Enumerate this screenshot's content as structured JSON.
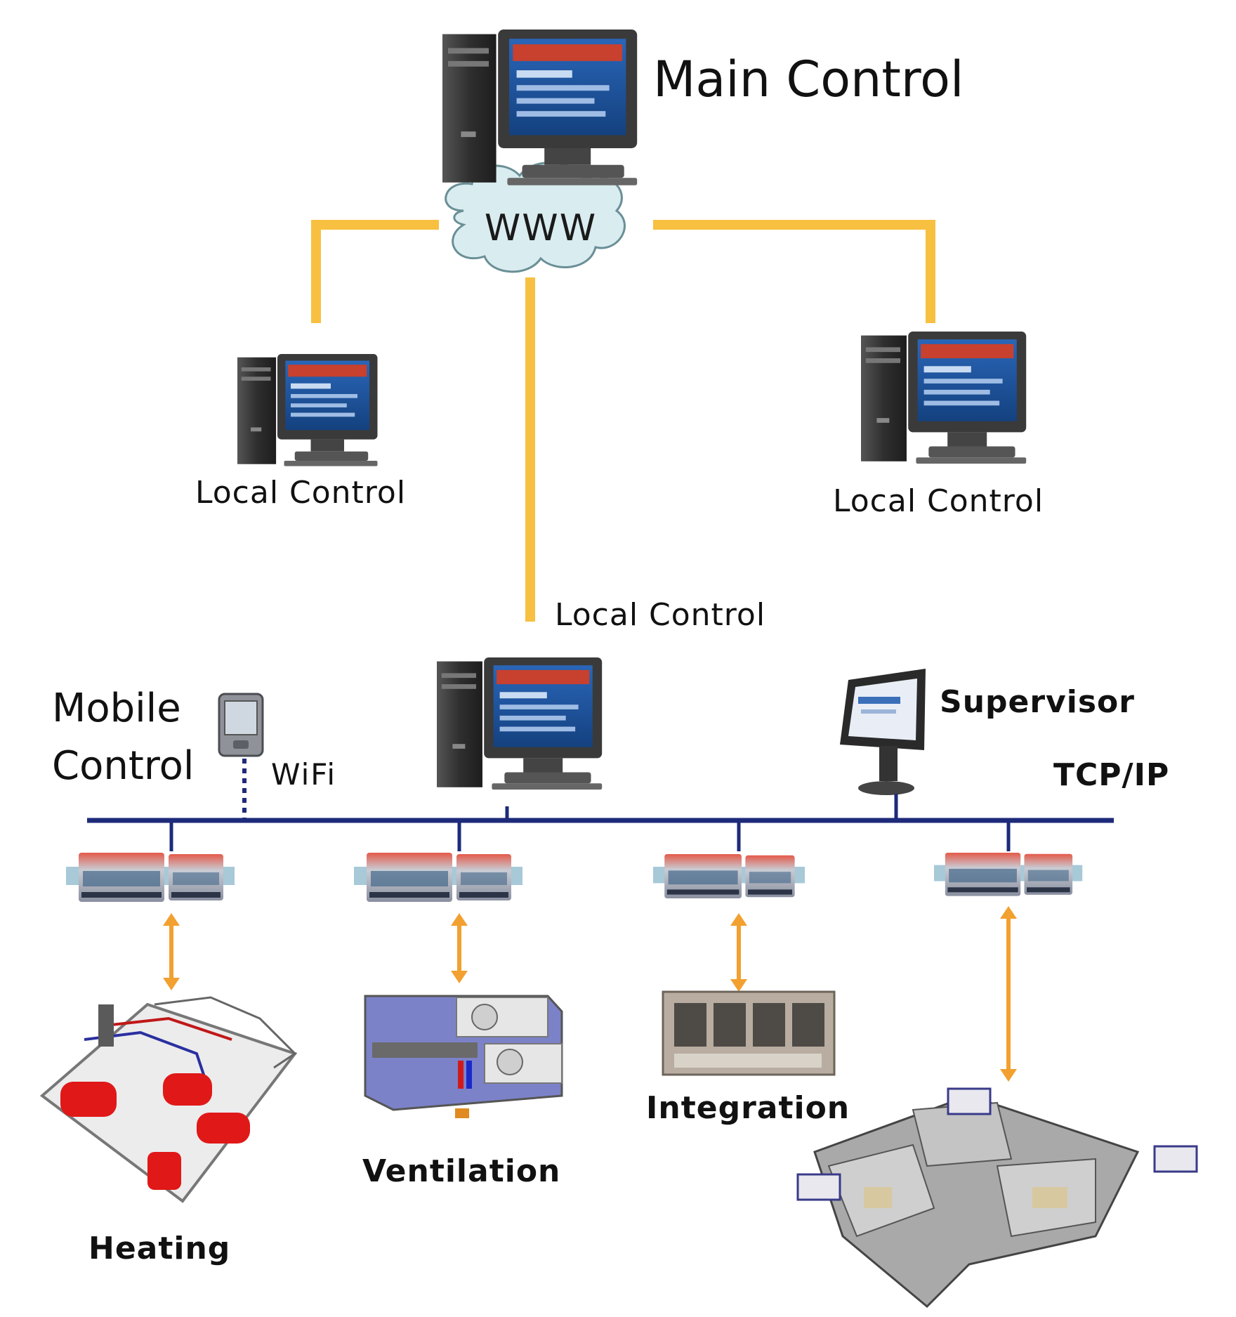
{
  "labels": {
    "main_control": "Main Control",
    "www": "WWW",
    "local_control_left": "Local Control",
    "local_control_right": "Local Control",
    "local_control_center": "Local Control",
    "mobile_control_line1": "Mobile",
    "mobile_control_line2": "Control",
    "wifi": "WiFi",
    "supervisor": "Supervisor",
    "tcp_ip": "TCP/IP",
    "heating": "Heating",
    "ventilation": "Ventilation",
    "integration": "Integration"
  },
  "colors": {
    "internet_link": "#f8c040",
    "bus": "#1e2a7a",
    "field_link": "#f2a030",
    "cloud_fill": "#d9ecef",
    "cloud_stroke": "#6a8f96",
    "pc_body": "#3e3e3e",
    "screen": "#1c58a8",
    "heating_red": "#e01818",
    "duct_purple": "#7c82c8"
  },
  "icons": [
    "desktop-computer-icon",
    "cloud-icon",
    "pda-icon",
    "flat-monitor-icon",
    "controller-module-icon",
    "heating-plant-icon",
    "air-handling-unit-icon",
    "chiller-unit-icon",
    "building-floorplan-icon"
  ]
}
